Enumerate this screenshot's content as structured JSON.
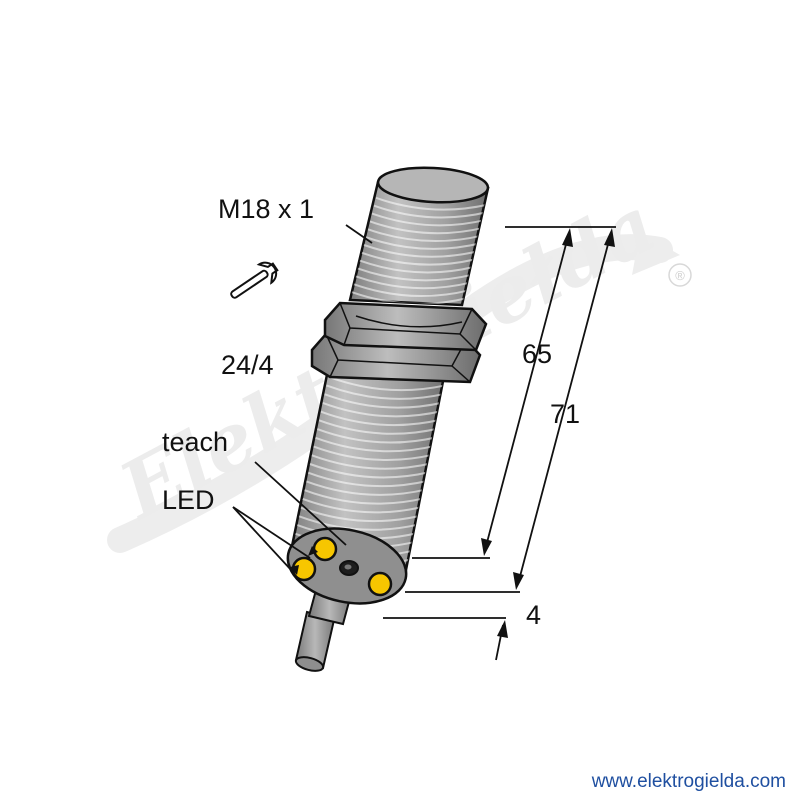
{
  "diagram": {
    "labels": {
      "thread": "M18 x 1",
      "wrench_size": "24/4",
      "teach": "teach",
      "led": "LED"
    },
    "dimensions": {
      "inner": "65",
      "outer": "71",
      "offset": "4"
    }
  },
  "watermark": {
    "brand": "Elektrogiełda",
    "registered": "®"
  },
  "footer": {
    "url": "www.elektrogielda.com"
  },
  "colors": {
    "body": "#a3a3a3",
    "led": "#f7c600",
    "outline": "#111111",
    "url": "#1f4fa0"
  },
  "icons": [
    "wrench-icon",
    "registered-icon"
  ]
}
